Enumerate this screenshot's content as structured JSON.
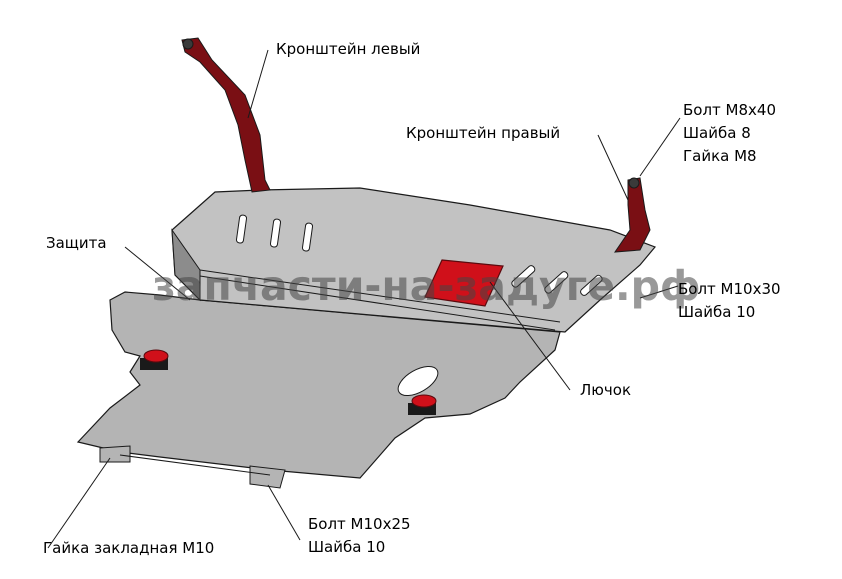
{
  "labels": {
    "bracket_left": "Кронштейн левый",
    "bracket_right": "Кронштейн правый",
    "bolt_m8_1": "Болт М8х40",
    "bolt_m8_2": "Шайба 8",
    "bolt_m8_3": "Гайка М8",
    "guard": "Защита",
    "bolt_m10x30_1": "Болт М10х30",
    "bolt_m10x30_2": "Шайба 10",
    "hatch": "Лючок",
    "nut_embedded": "Гайка закладная М10",
    "bolt_m10x25_1": "Болт М10х25",
    "bolt_m10x25_2": "Шайба 10"
  },
  "watermark": "запчасти-на-задуге.рф",
  "colors": {
    "plate": "#b4b4b4",
    "plate_dark": "#8c8c8c",
    "outline": "#1a1a1a",
    "red": "#d0101a",
    "red_dark": "#7a0f14"
  }
}
